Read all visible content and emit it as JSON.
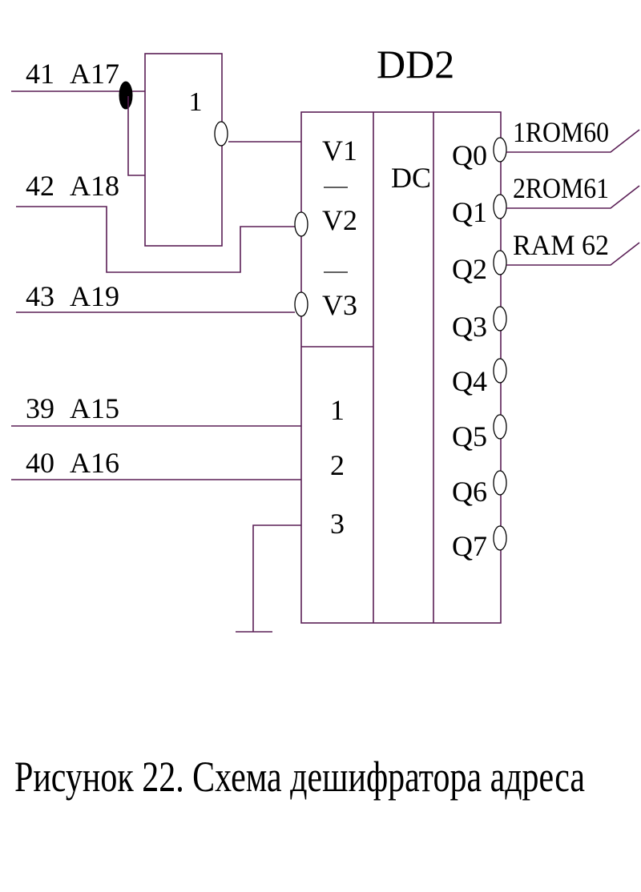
{
  "chip": {
    "name": "DD2",
    "func": "DC",
    "enable_inputs": [
      "V1",
      "V2",
      "V3"
    ],
    "address_inputs": [
      "1",
      "2",
      "3"
    ],
    "outputs": [
      "Q0",
      "Q1",
      "Q2",
      "Q3",
      "Q4",
      "Q5",
      "Q6",
      "Q7"
    ]
  },
  "inverter": {
    "label": "1"
  },
  "inputs": [
    {
      "pin": "41",
      "signal": "A17"
    },
    {
      "pin": "42",
      "signal": "A18"
    },
    {
      "pin": "43",
      "signal": "A19"
    },
    {
      "pin": "39",
      "signal": "A15"
    },
    {
      "pin": "40",
      "signal": "A16"
    }
  ],
  "outputs": [
    {
      "label": "1ROM60"
    },
    {
      "label": "2ROM61"
    },
    {
      "label": "RAM  62"
    }
  ],
  "caption": "Рисунок 22. Схема дешифратора адреса",
  "colors": {
    "wire": "#5a1e55",
    "text": "#000000",
    "background": "#ffffff"
  }
}
